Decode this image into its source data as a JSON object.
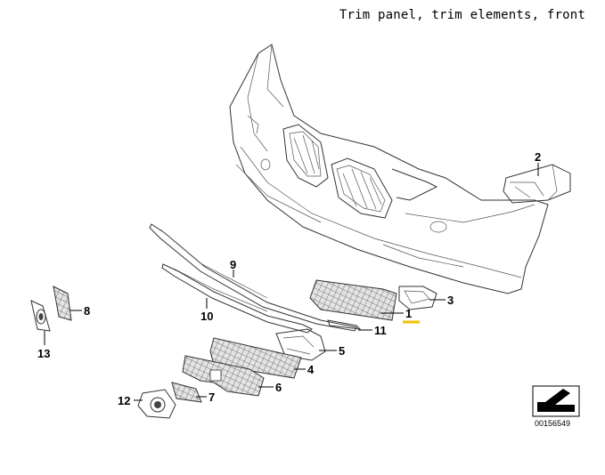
{
  "header": {
    "title": "Trim panel, trim elements, front"
  },
  "callouts": [
    "1",
    "2",
    "3",
    "4",
    "5",
    "6",
    "7",
    "8",
    "9",
    "10",
    "11",
    "12",
    "13"
  ],
  "reference_code": "00156549",
  "highlight_color": "#f5c000"
}
